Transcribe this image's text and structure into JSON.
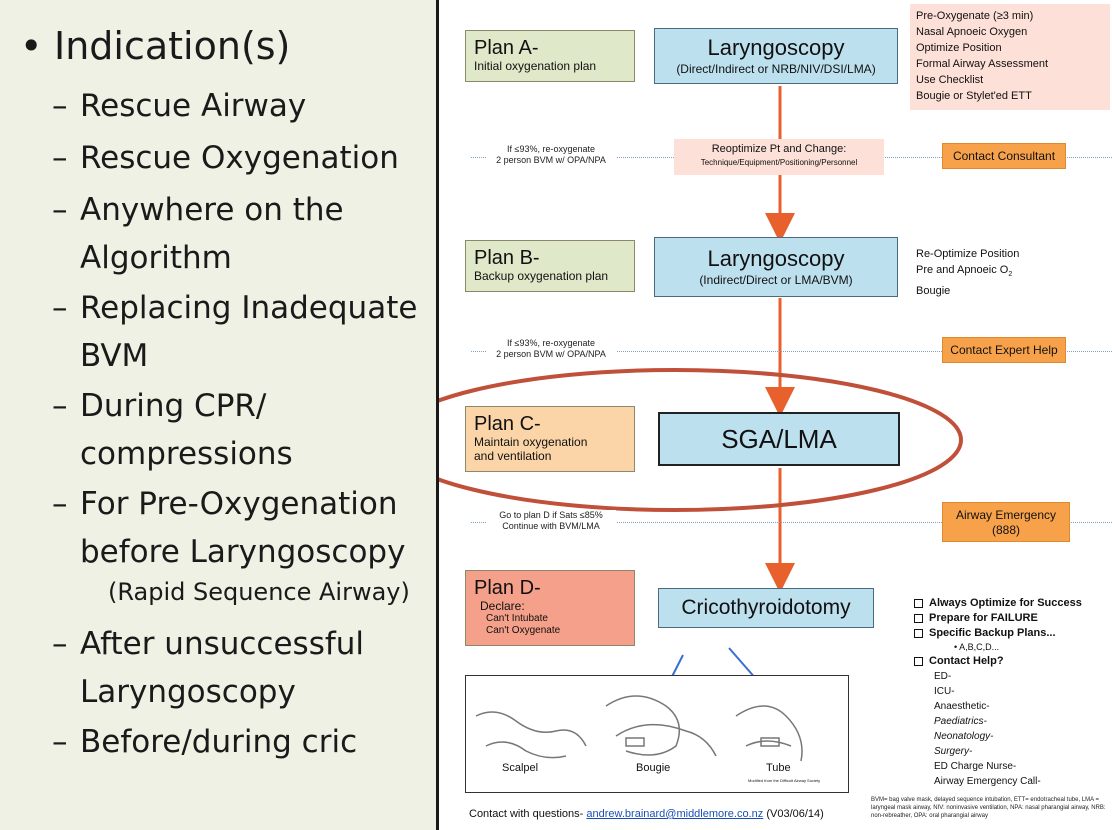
{
  "left": {
    "main": "Indication(s)",
    "items": [
      {
        "text": "Rescue Airway"
      },
      {
        "text": "Rescue Oxygenation"
      },
      {
        "text": "Anywhere on the",
        "cont": "Algorithm"
      },
      {
        "text": "Replacing Inadequate",
        "cont": "BVM"
      },
      {
        "text": "During CPR/",
        "cont": "compressions"
      },
      {
        "text": "For Pre-Oxygenation",
        "cont": "before Laryngoscopy"
      },
      {
        "text": "After unsuccessful",
        "cont": "Laryngoscopy"
      },
      {
        "text": "Before/during cric"
      }
    ],
    "rsa": "(Rapid Sequence Airway)"
  },
  "plans": {
    "a": {
      "title": "Plan A-",
      "desc": "Initial oxygenation plan"
    },
    "b": {
      "title": "Plan B-",
      "desc": "Backup oxygenation plan"
    },
    "c": {
      "title": "Plan C-",
      "desc1": "Maintain oxygenation",
      "desc2": "and ventilation"
    },
    "d": {
      "title": "Plan D-",
      "declare": "Declare:",
      "l1": "Can't Intubate",
      "l2": "Can't Oxygenate"
    }
  },
  "steps": {
    "lary_a": {
      "title": "Laryngoscopy",
      "sub": "(Direct/Indirect or NRB/NIV/DSI/LMA)"
    },
    "lary_b": {
      "title": "Laryngoscopy",
      "sub": "(Indirect/Direct or LMA/BVM)"
    },
    "sga": "SGA/LMA",
    "cric": "Cricothyroidotomy"
  },
  "pre_ox": [
    "Pre-Oxygenate (≥3 min)",
    "Nasal Apnoeic Oxygen",
    "Optimize Position",
    "Formal Airway Assessment",
    "Use Checklist",
    "Bougie or Stylet'ed ETT"
  ],
  "reopt_b": {
    "l1": "Re-Optimize Position",
    "l2": "Pre and Apnoeic  O",
    "sub2": "2",
    "l3": "Bougie"
  },
  "reoptimize": {
    "l1": "Reoptimize Pt and Change:",
    "l2": "Technique/Equipment/Positioning/Personnel"
  },
  "notes": {
    "n1a": "If ≤93%, re-oxygenate",
    "n1b": "2 person BVM w/ OPA/NPA",
    "n2a": "If ≤93%, re-oxygenate",
    "n2b": "2 person BVM w/ OPA/NPA",
    "n3a": "Go to plan D if Sats ≤85%",
    "n3b": "Continue with BVM/LMA"
  },
  "contacts": {
    "consultant": "Contact Consultant",
    "expert": "Contact Expert Help",
    "emergency1": "Airway Emergency",
    "emergency2": "(888)"
  },
  "checklist": {
    "items": [
      "Always Optimize for Success",
      "Prepare for FAILURE",
      "Specific Backup Plans..."
    ],
    "abcd": "A,B,C,D...",
    "help": "Contact Help?",
    "people": [
      "ED-",
      "ICU-",
      "Anaesthetic-",
      "Paediatrics-",
      "Neonatology-",
      "Surgery-",
      "ED Charge Nurse-",
      "Airway Emergency Call-"
    ]
  },
  "illustration": {
    "scalpel": "Scalpel",
    "bougie": "Bougie",
    "tube": "Tube",
    "credit": "Modified from the Difficult Airway Society"
  },
  "footer": {
    "prefix": "Contact with questions-",
    "email": "andrew.brainard@middlemore.co.nz",
    "version": "(V03/06/14)"
  },
  "abbreviations": "BVM= bag valve mask, delayed sequence intubation, ETT= endotracheal tube, LMA = laryngeal mask airway, NIV: noninvasive ventilation, NPA: nasal pharangial airway, NRB: non-rebreather, OPA: oral pharangial airway",
  "colors": {
    "arrow": "#e8612c",
    "ellipse": "#c0503a",
    "contact": "#f7a24a"
  }
}
